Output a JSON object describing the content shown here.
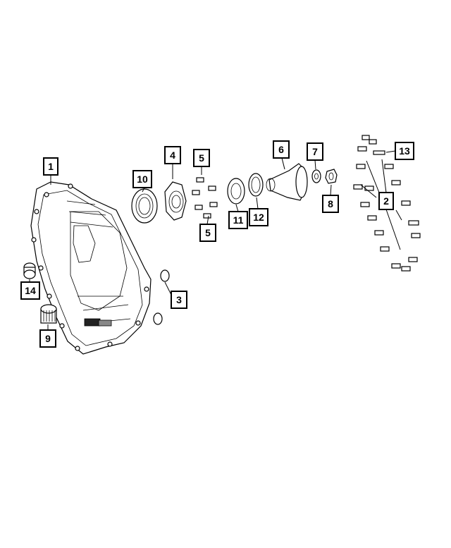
{
  "diagram": {
    "callouts": [
      {
        "id": "c1",
        "label": "1"
      },
      {
        "id": "c2",
        "label": "2"
      },
      {
        "id": "c3",
        "label": "3"
      },
      {
        "id": "c4",
        "label": "4"
      },
      {
        "id": "c5a",
        "label": "5"
      },
      {
        "id": "c5b",
        "label": "5"
      },
      {
        "id": "c6",
        "label": "6"
      },
      {
        "id": "c7",
        "label": "7"
      },
      {
        "id": "c8",
        "label": "8"
      },
      {
        "id": "c9",
        "label": "9"
      },
      {
        "id": "c10",
        "label": "10"
      },
      {
        "id": "c11",
        "label": "11"
      },
      {
        "id": "c12",
        "label": "12"
      },
      {
        "id": "c13",
        "label": "13"
      },
      {
        "id": "c14",
        "label": "14"
      }
    ]
  }
}
